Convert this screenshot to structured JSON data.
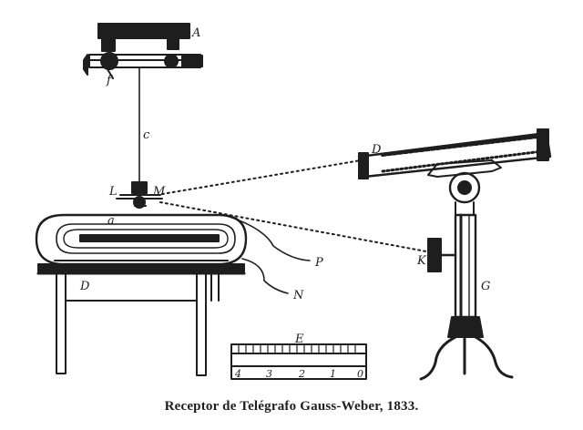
{
  "caption": "Receptor de Telégrafo Gauss-Weber, 1833.",
  "labels": {
    "A": "A",
    "f": "f",
    "c": "c",
    "L": "L",
    "M": "M",
    "a": "a",
    "D_telescope": "D",
    "P": "P",
    "N": "N",
    "D_table": "D",
    "K": "K",
    "G": "G",
    "E": "E"
  },
  "scale_ticks": [
    "4",
    "3",
    "2",
    "1",
    "0"
  ],
  "colors": {
    "ink": "#1e1e1e",
    "paper": "#ffffff"
  }
}
